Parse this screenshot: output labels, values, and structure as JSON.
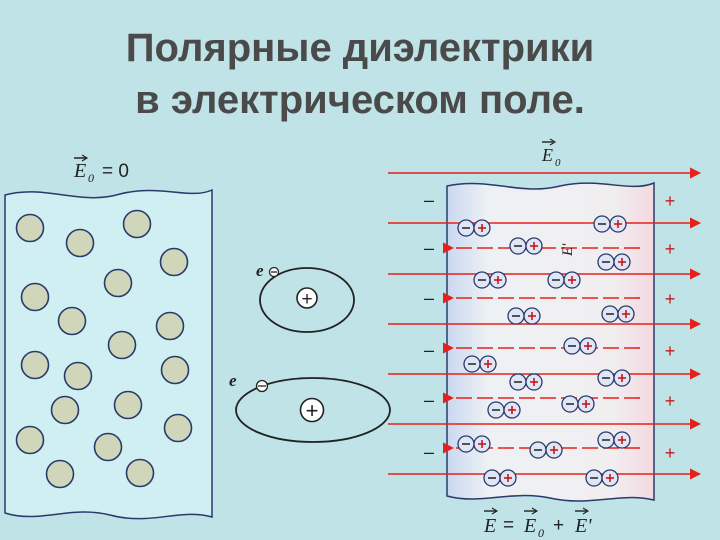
{
  "title": {
    "line1": "Полярные диэлектрики",
    "line2": "в электрическом поле."
  },
  "left_panel": {
    "field_label": "E",
    "field_subscript": "0",
    "field_value": "= 0"
  },
  "middle": {
    "electron_label": "e",
    "nucleus_sign": "+"
  },
  "right_panel": {
    "top_field_label": "E",
    "top_field_subscript": "0",
    "inner_field_label": "E'",
    "bottom_formula": {
      "lhs": "E",
      "eq": "=",
      "e0": "E",
      "e0_sub": "0",
      "plus": "+",
      "eprime": "E'"
    },
    "minus_sign": "–",
    "plus_sign": "+"
  },
  "colors": {
    "background": "#bfe3e6",
    "title": "#4a4a4a",
    "field_lines": "#e8201c",
    "molecule_fill": "#dfe6f5",
    "disk_fill": "#cfd6b9"
  }
}
